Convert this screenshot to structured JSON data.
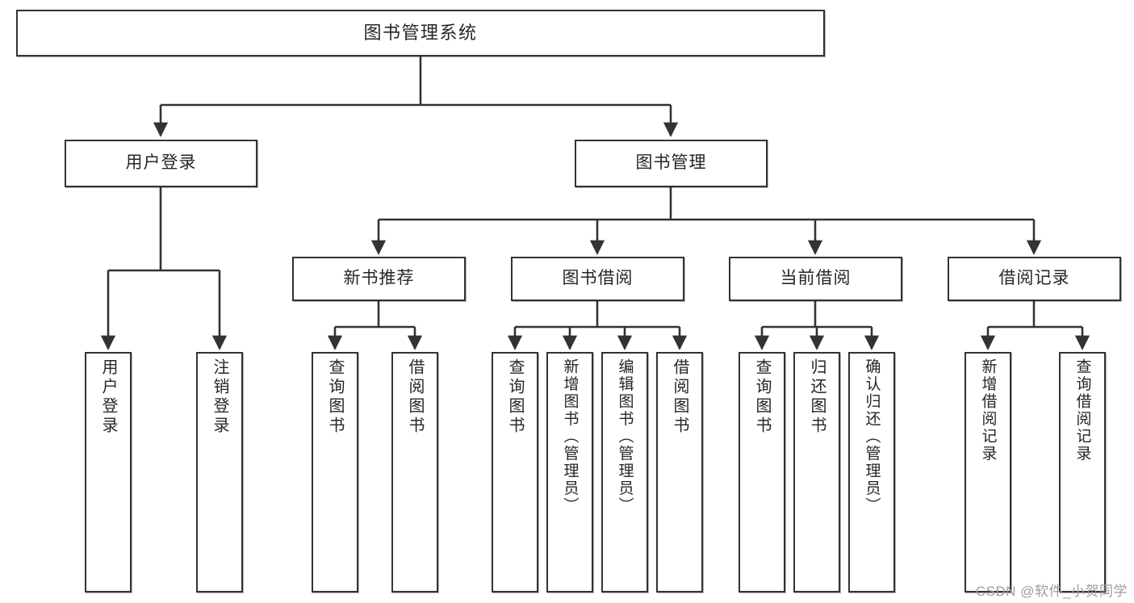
{
  "diagram": {
    "title": "图书管理系统",
    "type": "tree-hierarchy",
    "watermark": "CSDN @软件_小贺同学",
    "colors": {
      "background": "#ffffff",
      "box_border": "#333333",
      "box_fill": "#ffffff",
      "connector": "#333333",
      "text": "#262626",
      "watermark_text": "#9d9d9d"
    },
    "root": {
      "label": "图书管理系统"
    },
    "level2": [
      {
        "label": "用户登录"
      },
      {
        "label": "图书管理"
      }
    ],
    "level3": [
      {
        "label": "新书推荐"
      },
      {
        "label": "图书借阅"
      },
      {
        "label": "当前借阅"
      },
      {
        "label": "借阅记录"
      }
    ],
    "leaves": {
      "user_login": [
        {
          "label": "用户登录"
        },
        {
          "label": "注销登录"
        }
      ],
      "new_book_recommend": [
        {
          "label": "查询图书"
        },
        {
          "label": "借阅图书"
        }
      ],
      "book_borrow": [
        {
          "label": "查询图书"
        },
        {
          "label": "新增图书（管理员）"
        },
        {
          "label": "编辑图书（管理员）"
        },
        {
          "label": "借阅图书"
        }
      ],
      "current_borrow": [
        {
          "label": "查询图书"
        },
        {
          "label": "归还图书"
        },
        {
          "label": "确认归还（管理员）"
        }
      ],
      "borrow_record": [
        {
          "label": "新增借阅记录"
        },
        {
          "label": "查询借阅记录"
        }
      ]
    }
  }
}
